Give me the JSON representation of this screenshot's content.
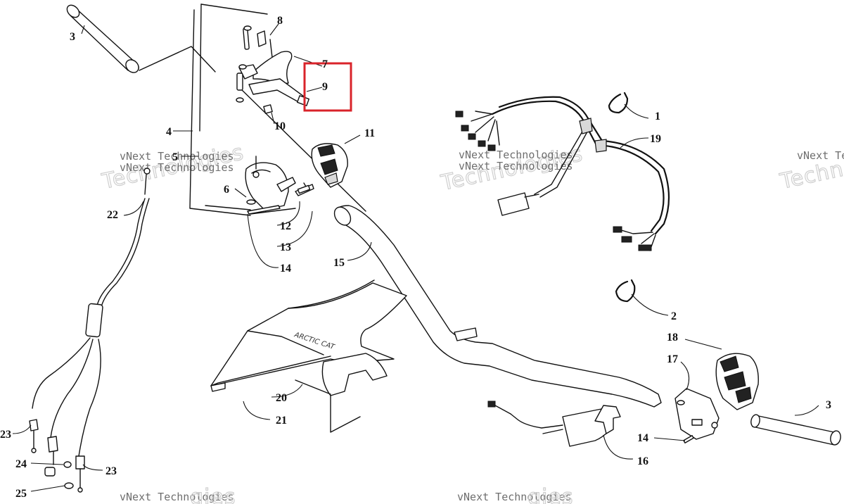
{
  "watermark": {
    "line1": "vNext Technologies",
    "line2": "Technologies",
    "line2_bottom": "gies"
  },
  "highlight_color": "#d9232a",
  "callouts": {
    "c1": "1",
    "c2": "2",
    "c3a": "3",
    "c3b": "3",
    "c4": "4",
    "c5": "5",
    "c6": "6",
    "c7": "7",
    "c8": "8",
    "c9": "9",
    "c10": "10",
    "c11": "11",
    "c12": "12",
    "c13": "13",
    "c14a": "14",
    "c14b": "14",
    "c15": "15",
    "c16": "16",
    "c17": "17",
    "c18": "18",
    "c19": "19",
    "c20": "20",
    "c21": "21",
    "c22": "22",
    "c23a": "23",
    "c23b": "23",
    "c24": "24",
    "c25": "25"
  }
}
